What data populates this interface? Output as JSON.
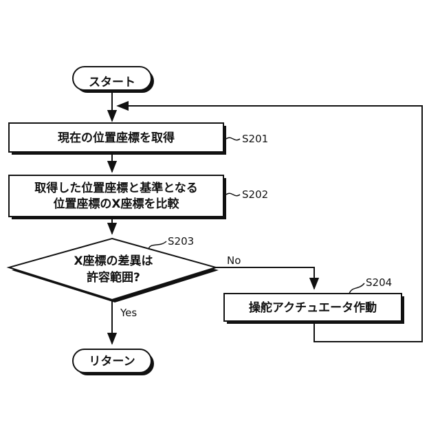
{
  "flowchart": {
    "start": "スタート",
    "end": "リターン",
    "steps": [
      {
        "id": "S201",
        "lines": [
          "現在の位置座標を取得"
        ]
      },
      {
        "id": "S202",
        "lines": [
          "取得した位置座標と基準となる",
          "位置座標のX座標を比較"
        ]
      },
      {
        "id": "S203",
        "lines": [
          "X座標の差異は",
          "許容範囲?"
        ]
      },
      {
        "id": "S204",
        "lines": [
          "操舵アクチュエータ作動"
        ]
      }
    ],
    "edge_labels": {
      "no": "No",
      "yes": "Yes"
    }
  },
  "colors": {
    "stroke": "#111111",
    "shadow": "#111111",
    "fill": "#ffffff"
  }
}
